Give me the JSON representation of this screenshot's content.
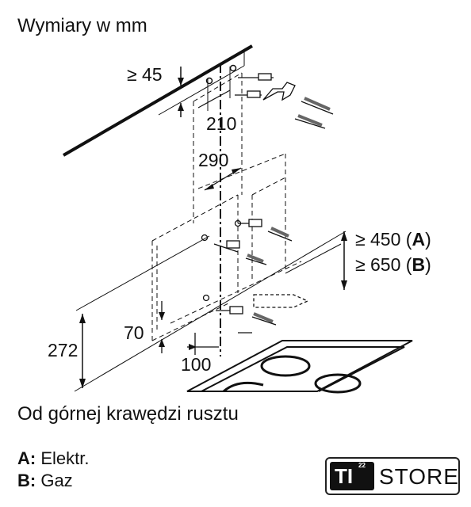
{
  "title": "Wymiary w mm",
  "dimensions": {
    "top_offset": "≥ 45",
    "dim_210": "210",
    "dim_290": "290",
    "dim_70": "70",
    "dim_272": "272",
    "dim_100": "100",
    "height_a_prefix": "≥ 450 (",
    "height_a_letter": "A",
    "height_a_suffix": ")",
    "height_b_prefix": "≥ 650 (",
    "height_b_letter": "B",
    "height_b_suffix": ")"
  },
  "caption": "Od górnej krawędzi rusztu",
  "legend": {
    "a_key": "A:",
    "a_text": " Elektr.",
    "b_key": "B:",
    "b_text": " Gaz"
  },
  "logo": {
    "mark": "TI",
    "superscript": "22",
    "text": "STORE"
  }
}
